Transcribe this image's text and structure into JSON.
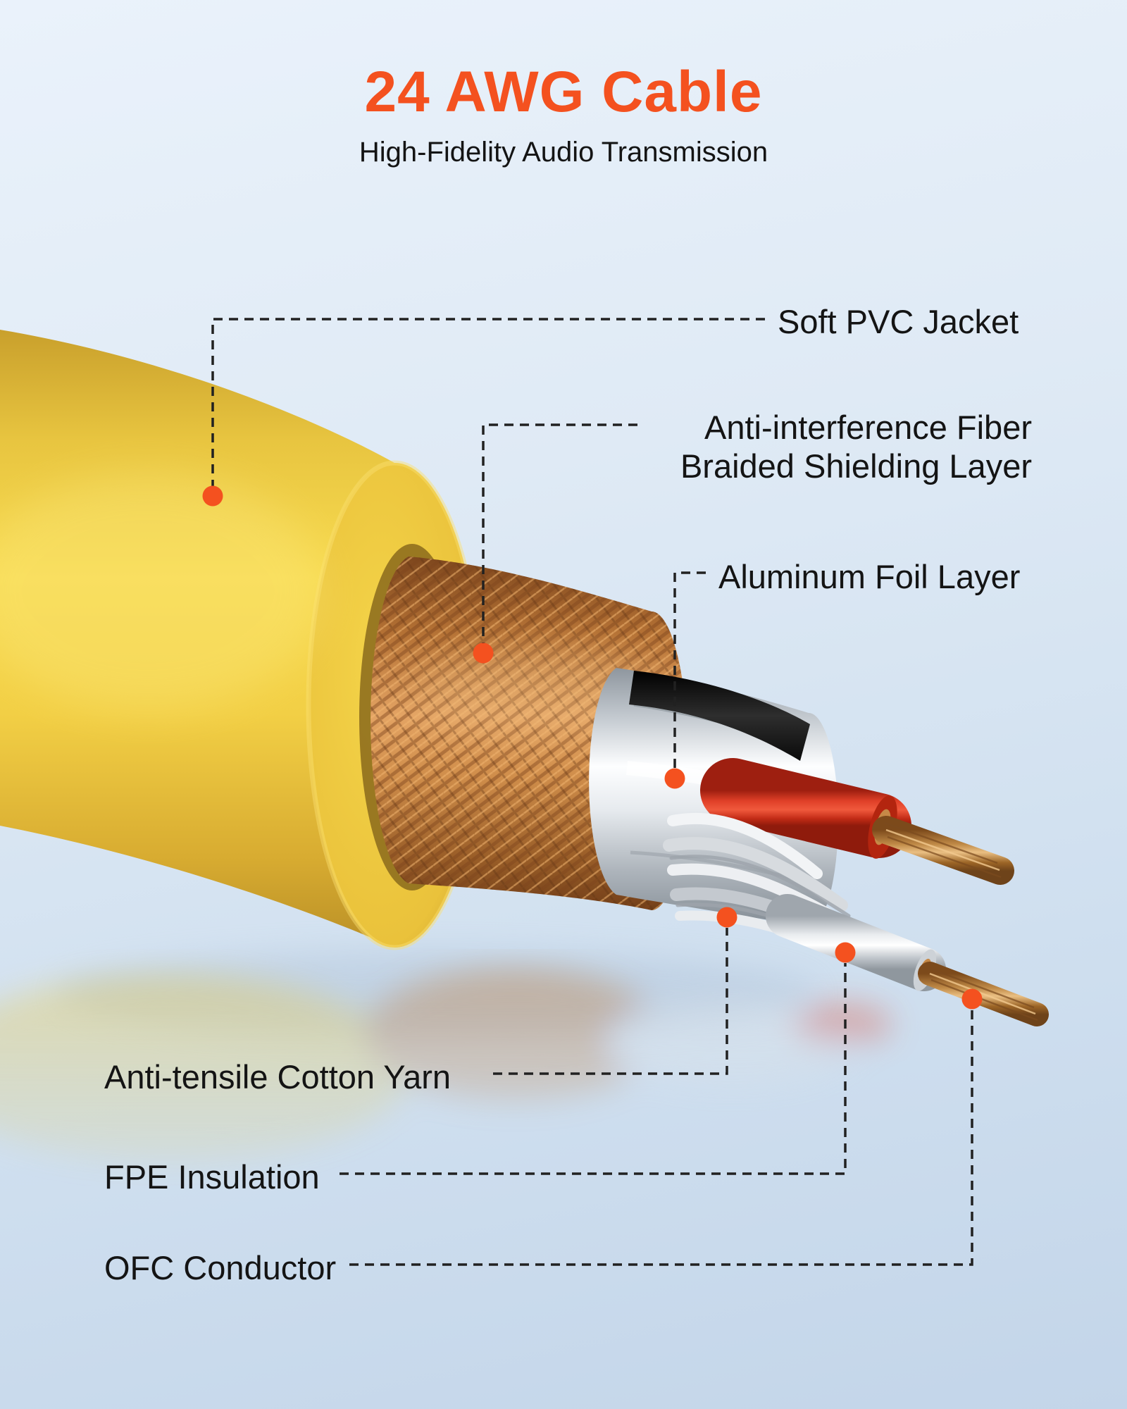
{
  "header": {
    "title": "24 AWG Cable",
    "subtitle": "High-Fidelity Audio Transmission"
  },
  "labels": {
    "pvc_jacket": "Soft PVC Jacket",
    "braid_line1": "Anti-interference Fiber",
    "braid_line2": "Braided Shielding Layer",
    "aluminum_foil": "Aluminum Foil Layer",
    "cotton_yarn": "Anti-tensile Cotton Yarn",
    "fpe_insulation": "FPE Insulation",
    "ofc_conductor": "OFC Conductor"
  },
  "colors": {
    "accent_orange": "#F4511F",
    "marker_dot": "#F4511F",
    "text_dark": "#141414",
    "leader_line": "#212121",
    "jacket_yellow": "#F6D94E",
    "copper_braid": "#C98B4C",
    "foil_silver": "#E9ECEF",
    "wire_red": "#E03A24",
    "background_top": "#EAF2FB",
    "background_bottom": "#C3D5E9"
  }
}
